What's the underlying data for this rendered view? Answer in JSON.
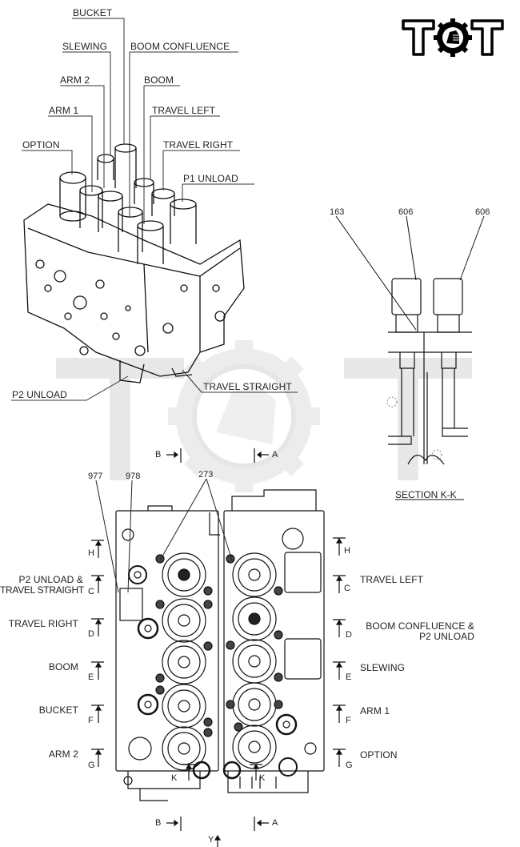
{
  "logo": {
    "text": "TOT",
    "color": "#000000"
  },
  "watermark": {
    "text": "TOT",
    "color": "#e6e6e6"
  },
  "perspective_view": {
    "callouts": [
      {
        "id": "bucket",
        "label": "BUCKET"
      },
      {
        "id": "slewing",
        "label": "SLEWING"
      },
      {
        "id": "boom-confluence",
        "label": "BOOM CONFLUENCE"
      },
      {
        "id": "arm2",
        "label": "ARM 2"
      },
      {
        "id": "boom",
        "label": "BOOM"
      },
      {
        "id": "arm1",
        "label": "ARM 1"
      },
      {
        "id": "travel-left",
        "label": "TRAVEL LEFT"
      },
      {
        "id": "option",
        "label": "OPTION"
      },
      {
        "id": "travel-right",
        "label": "TRAVEL RIGHT"
      },
      {
        "id": "p1-unload",
        "label": "P1 UNLOAD"
      },
      {
        "id": "p2-unload",
        "label": "P2 UNLOAD"
      },
      {
        "id": "travel-straight",
        "label": "TRAVEL STRAIGHT"
      }
    ]
  },
  "section_view": {
    "title": "SECTION  K-K",
    "part_numbers": [
      "163",
      "606",
      "606"
    ]
  },
  "plan_view": {
    "part_numbers": [
      "977",
      "978",
      "273"
    ],
    "section_markers": {
      "top_left": "B",
      "top_right": "A",
      "bottom_left": "B",
      "bottom_right": "A",
      "bottom_center": "Y",
      "k_left": "K",
      "k_right": "K"
    },
    "left_labels": [
      {
        "label_line1": "P2 UNLOAD &",
        "label_line2": "TRAVEL STRAIGHT",
        "section": "C"
      },
      {
        "label_line1": "TRAVEL RIGHT",
        "section": "D"
      },
      {
        "label_line1": "BOOM",
        "section": "E"
      },
      {
        "label_line1": "BUCKET",
        "section": "F"
      },
      {
        "label_line1": "ARM 2",
        "section": "G"
      }
    ],
    "left_top_section": "H",
    "right_top_section": "H",
    "right_labels": [
      {
        "label_line1": "TRAVEL LEFT",
        "section": "C"
      },
      {
        "label_line1": "BOOM CONFLUENCE &",
        "label_line2": "P2 UNLOAD",
        "section": "D"
      },
      {
        "label_line1": "SLEWING",
        "section": "E"
      },
      {
        "label_line1": "ARM 1",
        "section": "F"
      },
      {
        "label_line1": "OPTION",
        "section": "G"
      }
    ]
  }
}
